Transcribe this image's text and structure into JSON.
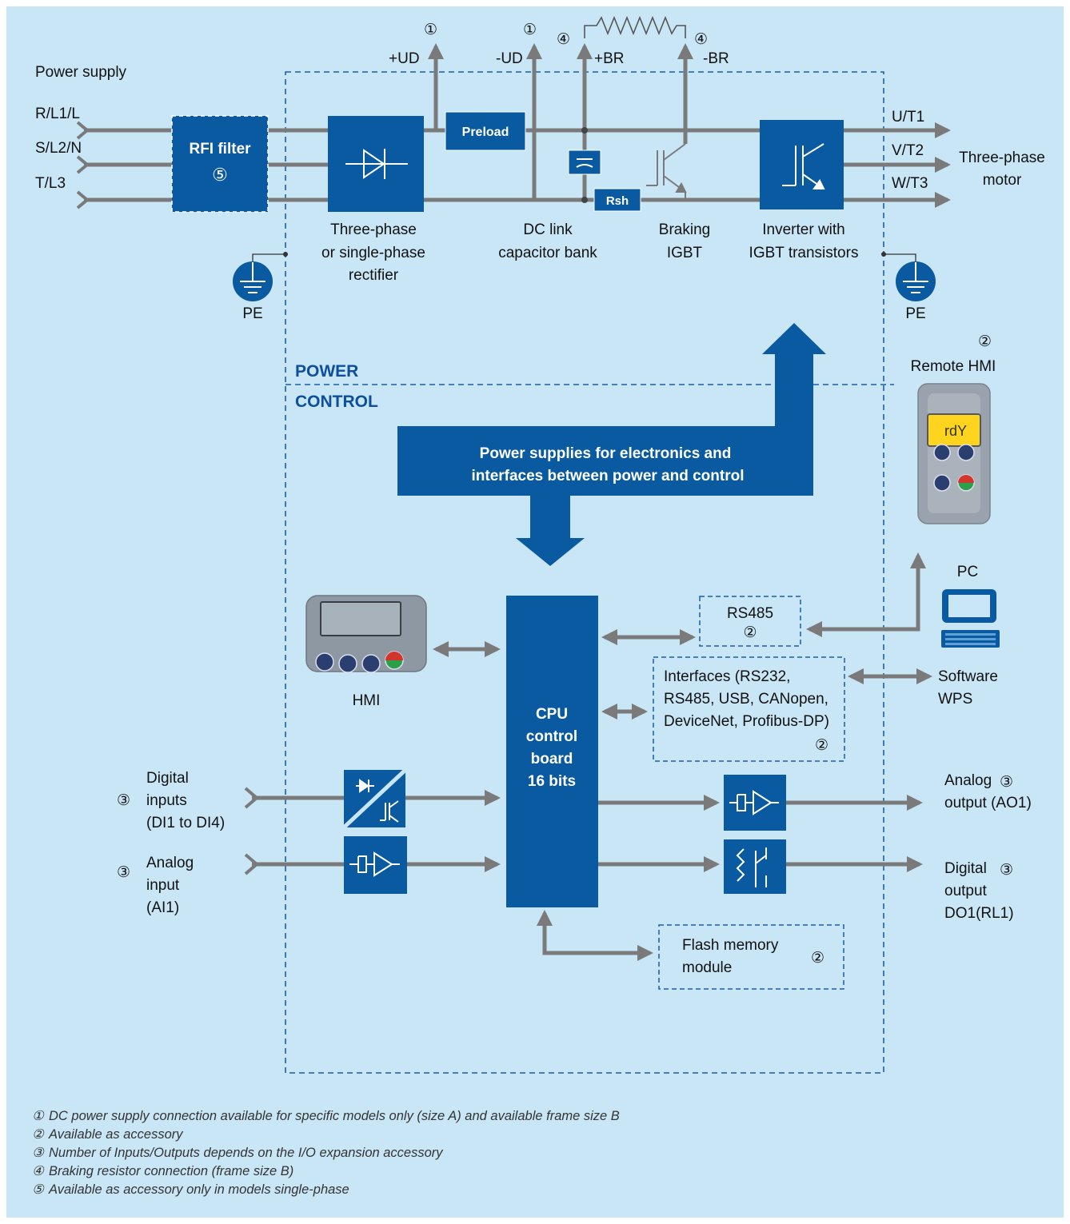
{
  "colors": {
    "background": "#c9e6f6",
    "block": "#0a5aa2",
    "block_dark": "#084c8c",
    "connector": "#7a7a7a",
    "dashed": "#1b5ea8"
  },
  "power_supply": {
    "title": "Power supply",
    "phases": [
      "R/L1/L",
      "S/L2/N",
      "T/L3"
    ]
  },
  "rfi_filter": {
    "label": "RFI filter",
    "marker": "⑤"
  },
  "rectifier": {
    "lines": [
      "Three-phase",
      "or single-phase",
      "rectifier"
    ]
  },
  "preload": {
    "label": "Preload"
  },
  "dc_link": {
    "lines": [
      "DC link",
      "capacitor bank"
    ],
    "plus_ud": "+UD",
    "minus_ud": "-UD",
    "marker_plus": "①",
    "marker_minus": "①"
  },
  "braking": {
    "plus_br": "+BR",
    "minus_br": "-BR",
    "marker_plus": "④",
    "marker_minus": "④",
    "rsh": "Rsh",
    "lines": [
      "Braking",
      "IGBT"
    ]
  },
  "inverter": {
    "lines": [
      "Inverter with",
      "IGBT transistors"
    ]
  },
  "motor": {
    "outputs": [
      "U/T1",
      "V/T2",
      "W/T3"
    ],
    "lines": [
      "Three-phase",
      "motor"
    ]
  },
  "pe": {
    "left": "PE",
    "right": "PE"
  },
  "sections": {
    "power": "POWER",
    "control": "CONTROL"
  },
  "power_supplies": {
    "lines": [
      "Power supplies for electronics and",
      "interfaces between power and control"
    ]
  },
  "remote_hmi": {
    "label": "Remote HMI",
    "marker": "②",
    "display": "rdY"
  },
  "pc": {
    "label": "PC"
  },
  "rs485": {
    "label": "RS485",
    "marker": "②"
  },
  "interfaces": {
    "lines": [
      "Interfaces (RS232,",
      "RS485, USB, CANopen,",
      "DeviceNet, Profibus-DP)"
    ],
    "marker": "②"
  },
  "software": {
    "lines": [
      "Software",
      "WPS"
    ]
  },
  "hmi": {
    "label": "HMI"
  },
  "cpu": {
    "lines": [
      "CPU",
      "control",
      "board",
      "16 bits"
    ]
  },
  "digital_inputs": {
    "marker": "③",
    "lines": [
      "Digital",
      "inputs",
      "(DI1 to DI4)"
    ]
  },
  "analog_input": {
    "marker": "③",
    "lines": [
      "Analog",
      "input",
      "(AI1)"
    ]
  },
  "analog_output": {
    "marker": "③",
    "lines": [
      "Analog",
      "output (AO1)"
    ]
  },
  "digital_output": {
    "marker": "③",
    "lines": [
      "Digital",
      "output",
      "DO1(RL1)"
    ]
  },
  "flash": {
    "lines": [
      "Flash memory",
      "module"
    ],
    "marker": "②"
  },
  "footnotes": [
    {
      "marker": "①",
      "text": "DC power supply connection available for specific models only (size A) and available frame size B"
    },
    {
      "marker": "②",
      "text": "Available as accessory"
    },
    {
      "marker": "③",
      "text": "Number of Inputs/Outputs depends on the I/O expansion accessory"
    },
    {
      "marker": "④",
      "text": "Braking resistor connection (frame size B)"
    },
    {
      "marker": "⑤",
      "text": "Available as accessory only in models single-phase"
    }
  ]
}
